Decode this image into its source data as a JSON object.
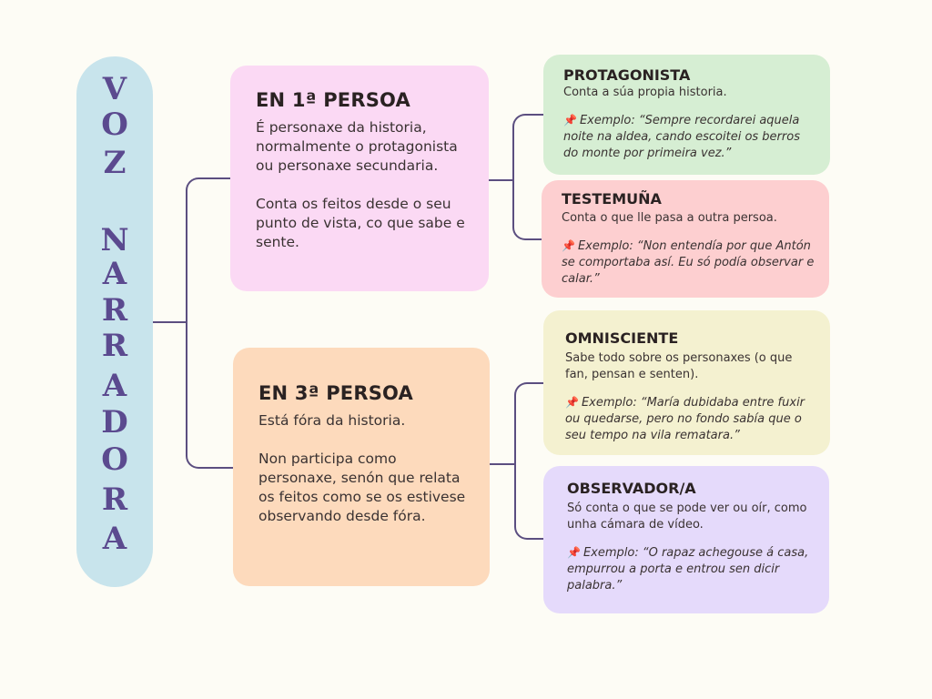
{
  "title": {
    "letters": [
      "V",
      "O",
      "Z",
      "N",
      "A",
      "R",
      "R",
      "A",
      "D",
      "O",
      "R",
      "A"
    ],
    "text": "VOZ NARRADORA"
  },
  "colors": {
    "background": "#FDFCF5",
    "title_bar": "#C8E4EC",
    "title_text": "#5B4A8F",
    "connector": "#5B4E80",
    "first_person": "#FBD9F4",
    "third_person": "#FDDABC",
    "protagonista": "#D6EED3",
    "testemuna": "#FDCFD0",
    "omnisciente": "#F4F1D0",
    "observador": "#E5DAFB"
  },
  "first_person": {
    "heading": "EN 1ª PERSOA",
    "para1": "É personaxe da historia, normalmente o protagonista ou personaxe secundaria.",
    "para2": "Conta os feitos desde o seu punto de vista, co que sabe e sente."
  },
  "third_person": {
    "heading": "EN 3ª PERSOA",
    "para1": "Está fóra da historia.",
    "para2": "Non participa como personaxe, senón que relata os feitos como se os estivese observando desde fóra."
  },
  "subtypes": {
    "protagonista": {
      "heading": "PROTAGONISTA",
      "desc": "Conta a súa propia historia.",
      "icon": "📌",
      "example": "Exemplo: “Sempre recordarei aquela noite na aldea, cando escoitei os berros do monte por primeira vez.”"
    },
    "testemuna": {
      "heading": "TESTEMUÑA",
      "desc": "Conta o que lle pasa a outra persoa.",
      "icon": "📌",
      "example": "Exemplo: “Non entendía por que Antón se comportaba así. Eu só podía observar e calar.”"
    },
    "omnisciente": {
      "heading": "OMNISCIENTE",
      "desc": "Sabe todo sobre os personaxes (o que fan, pensan e senten).",
      "icon": "📌",
      "example": "Exemplo: “María dubidaba entre fuxir ou quedarse, pero no fondo sabía que o seu tempo na vila rematara.”"
    },
    "observador": {
      "heading": "OBSERVADOR/A",
      "desc": "Só conta o que se pode ver ou oír, como unha cámara de vídeo.",
      "icon": "📌",
      "example": "Exemplo: “O rapaz achegouse á casa, empurrou a porta e entrou sen dicir palabra.”"
    }
  }
}
